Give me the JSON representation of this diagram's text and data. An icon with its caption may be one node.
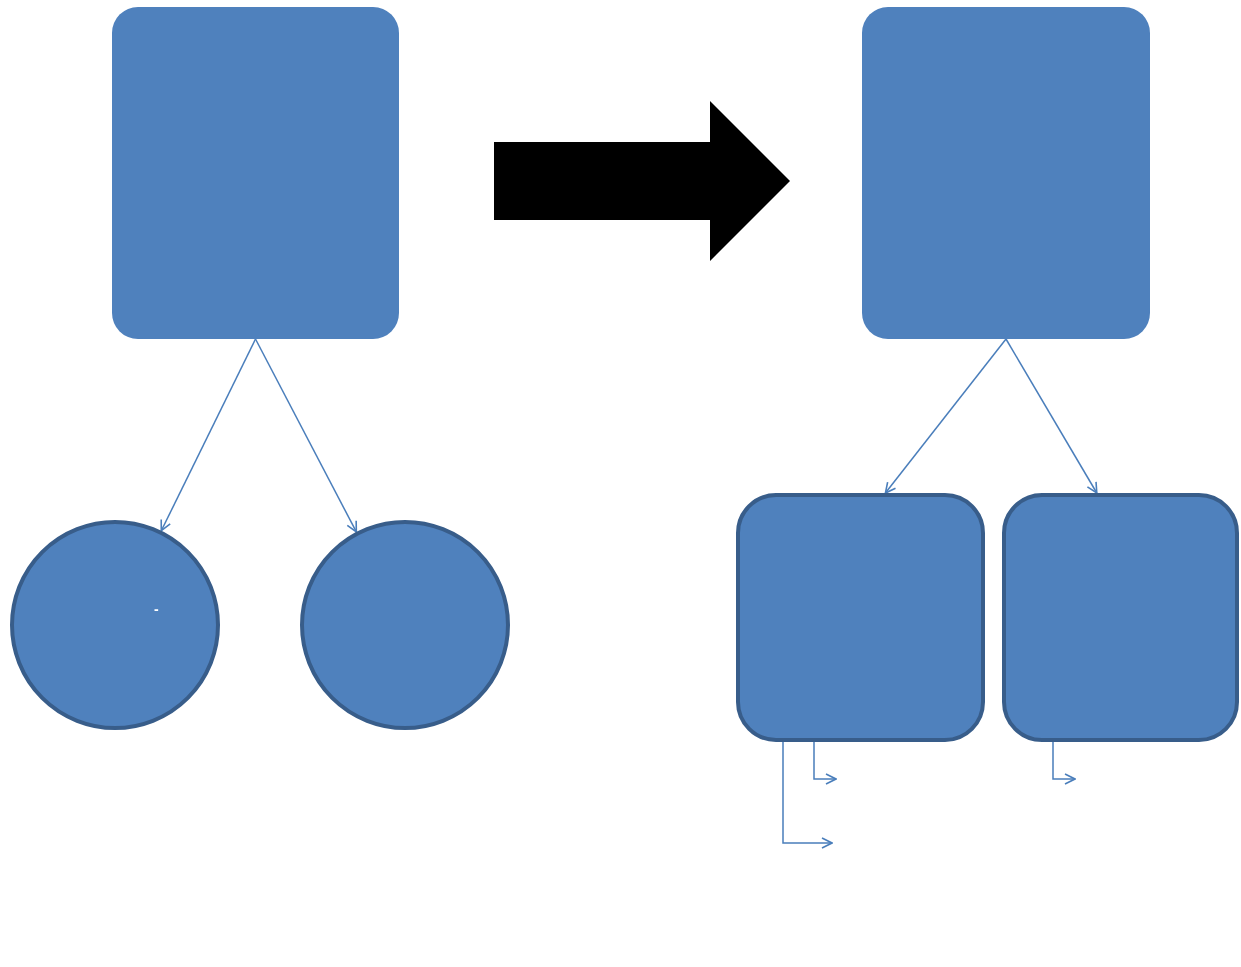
{
  "diagram": {
    "nodes": [
      {
        "text": [],
        "shape": "box"
      },
      {
        "text": [],
        "shape": "box"
      },
      {
        "text": [
          "-"
        ]
      },
      {
        "text": [],
        "shape": "circle"
      },
      {
        "text": [],
        "shape": "box"
      },
      {
        "text": [],
        "shape": "box"
      }
    ],
    "edges": [
      {
        "from": 0,
        "to": 1,
        "arrow": "to",
        "style": "thick",
        "color": "#000000"
      },
      {
        "from": 0,
        "to": 2,
        "arrow": "to"
      },
      {
        "from": 0,
        "to": 3,
        "arrow": "to"
      },
      {
        "from": 1,
        "to": 4,
        "arrow": "to"
      },
      {
        "from": 1,
        "to": 5,
        "arrow": "to"
      },
      {
        "from": 4,
        "to": null,
        "arrow": "to"
      },
      {
        "from": 4,
        "to": null,
        "arrow": "to"
      },
      {
        "from": 5,
        "to": null,
        "arrow": "to"
      }
    ]
  }
}
